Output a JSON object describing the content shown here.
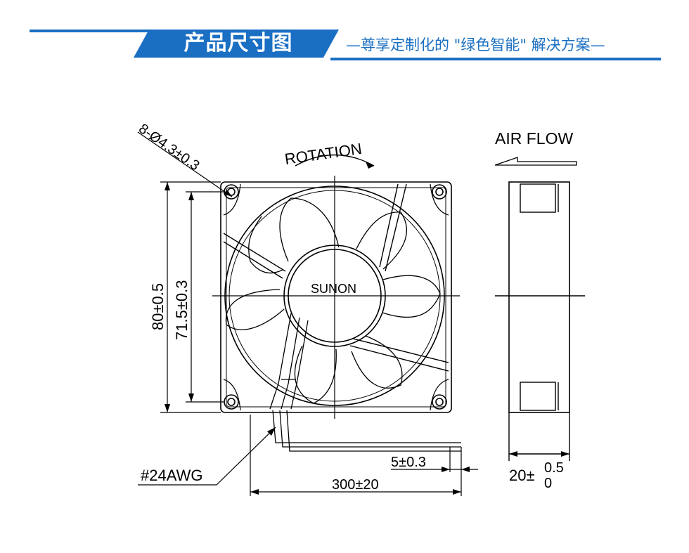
{
  "header": {
    "title": "产品尺寸图",
    "subtitle": "—尊享定制化的 \"绿色智能\" 解决方案—",
    "accent_color": "#1a6fc3"
  },
  "drawing": {
    "hole_spec": "8-Ø4.3±0.3",
    "rotation_label": "ROTATION",
    "airflow_label": "AIR FLOW",
    "brand": "SUNON",
    "dim_outer": "80±0.5",
    "dim_holes": "71.5±0.3",
    "wire_gauge": "#24AWG",
    "strip_length": "5±0.3",
    "lead_length": "300±20",
    "thickness_base": "20±",
    "thickness_upper": "0.5",
    "thickness_lower": "0"
  }
}
